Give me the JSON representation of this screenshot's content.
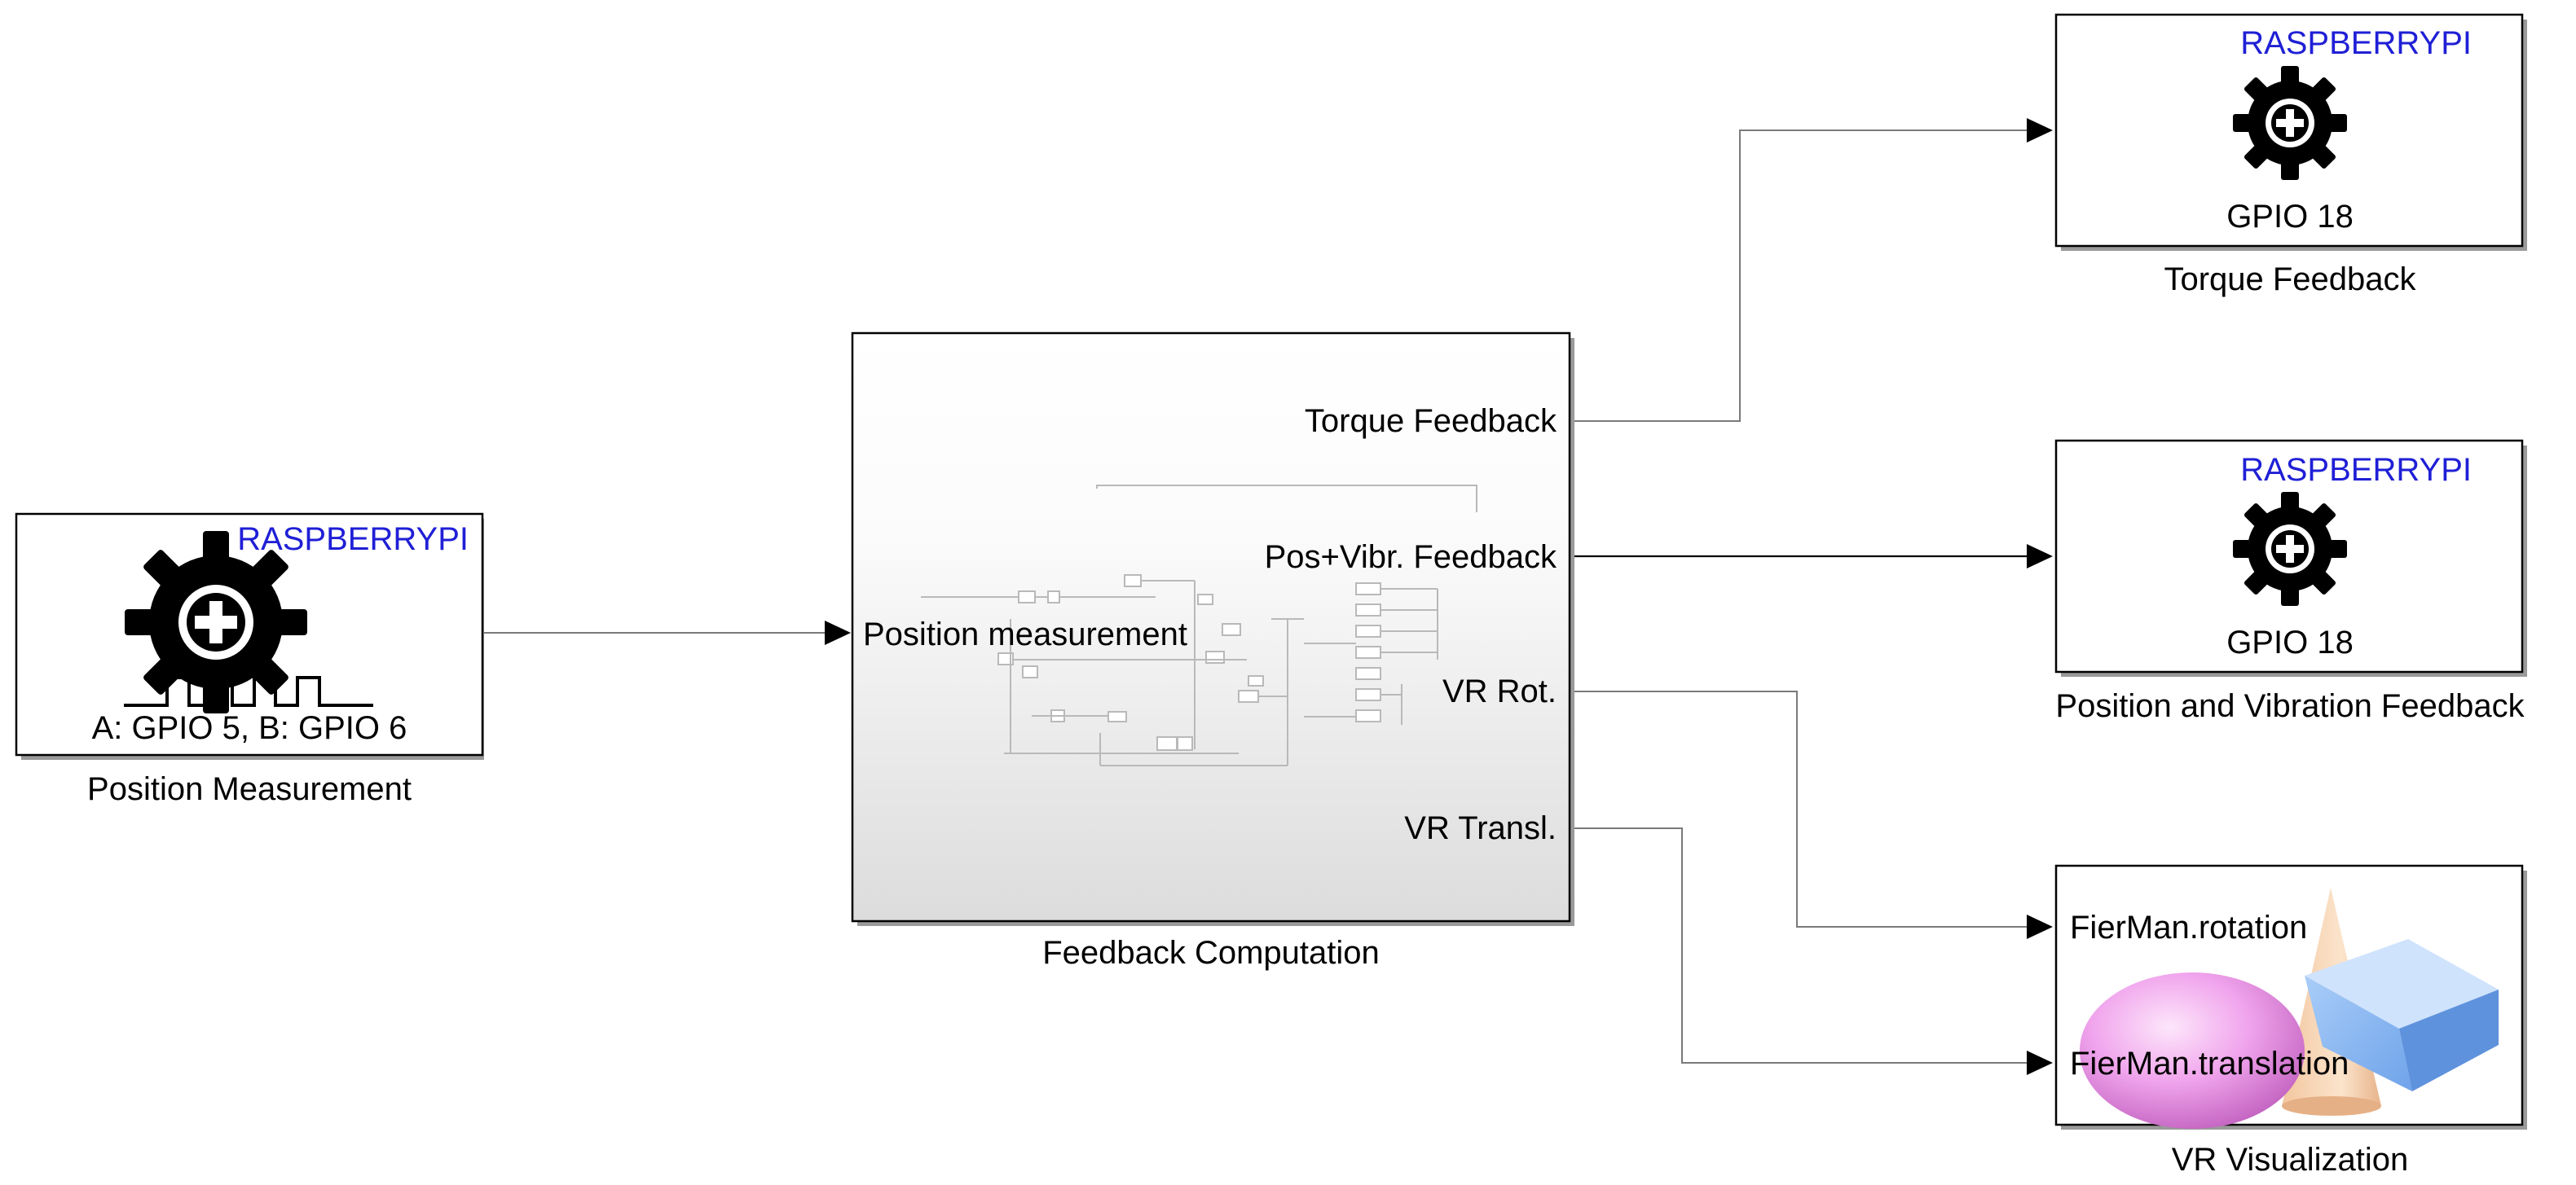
{
  "colors": {
    "block_border": "#000000",
    "brand_text": "#1f1fd6",
    "wire_gray": "#7a7a7a",
    "subsystem_gradient_top": "#ffffff",
    "subsystem_gradient_bottom": "#dcdcdc"
  },
  "blocks": {
    "position_measurement": {
      "brand": "RASPBERRYPI",
      "pins": "A: GPIO 5, B: GPIO 6",
      "name": "Position Measurement",
      "icon": "gear-encoder-icon"
    },
    "feedback_computation": {
      "name": "Feedback Computation",
      "input_port": "Position measurement",
      "output_ports": [
        "Torque Feedback",
        "Pos+Vibr. Feedback",
        "VR Rot.",
        "VR Transl."
      ]
    },
    "torque_feedback": {
      "brand": "RASPBERRYPI",
      "pin": "GPIO 18",
      "name": "Torque Feedback",
      "icon": "gear-icon"
    },
    "pos_vibr_feedback": {
      "brand": "RASPBERRYPI",
      "pin": "GPIO 18",
      "name": "Position and Vibration Feedback",
      "icon": "gear-icon"
    },
    "vr_visualization": {
      "name": "VR Visualization",
      "input_ports": [
        "FierMan.rotation",
        "FierMan.translation"
      ],
      "icon": "vr-shapes-icon"
    }
  }
}
